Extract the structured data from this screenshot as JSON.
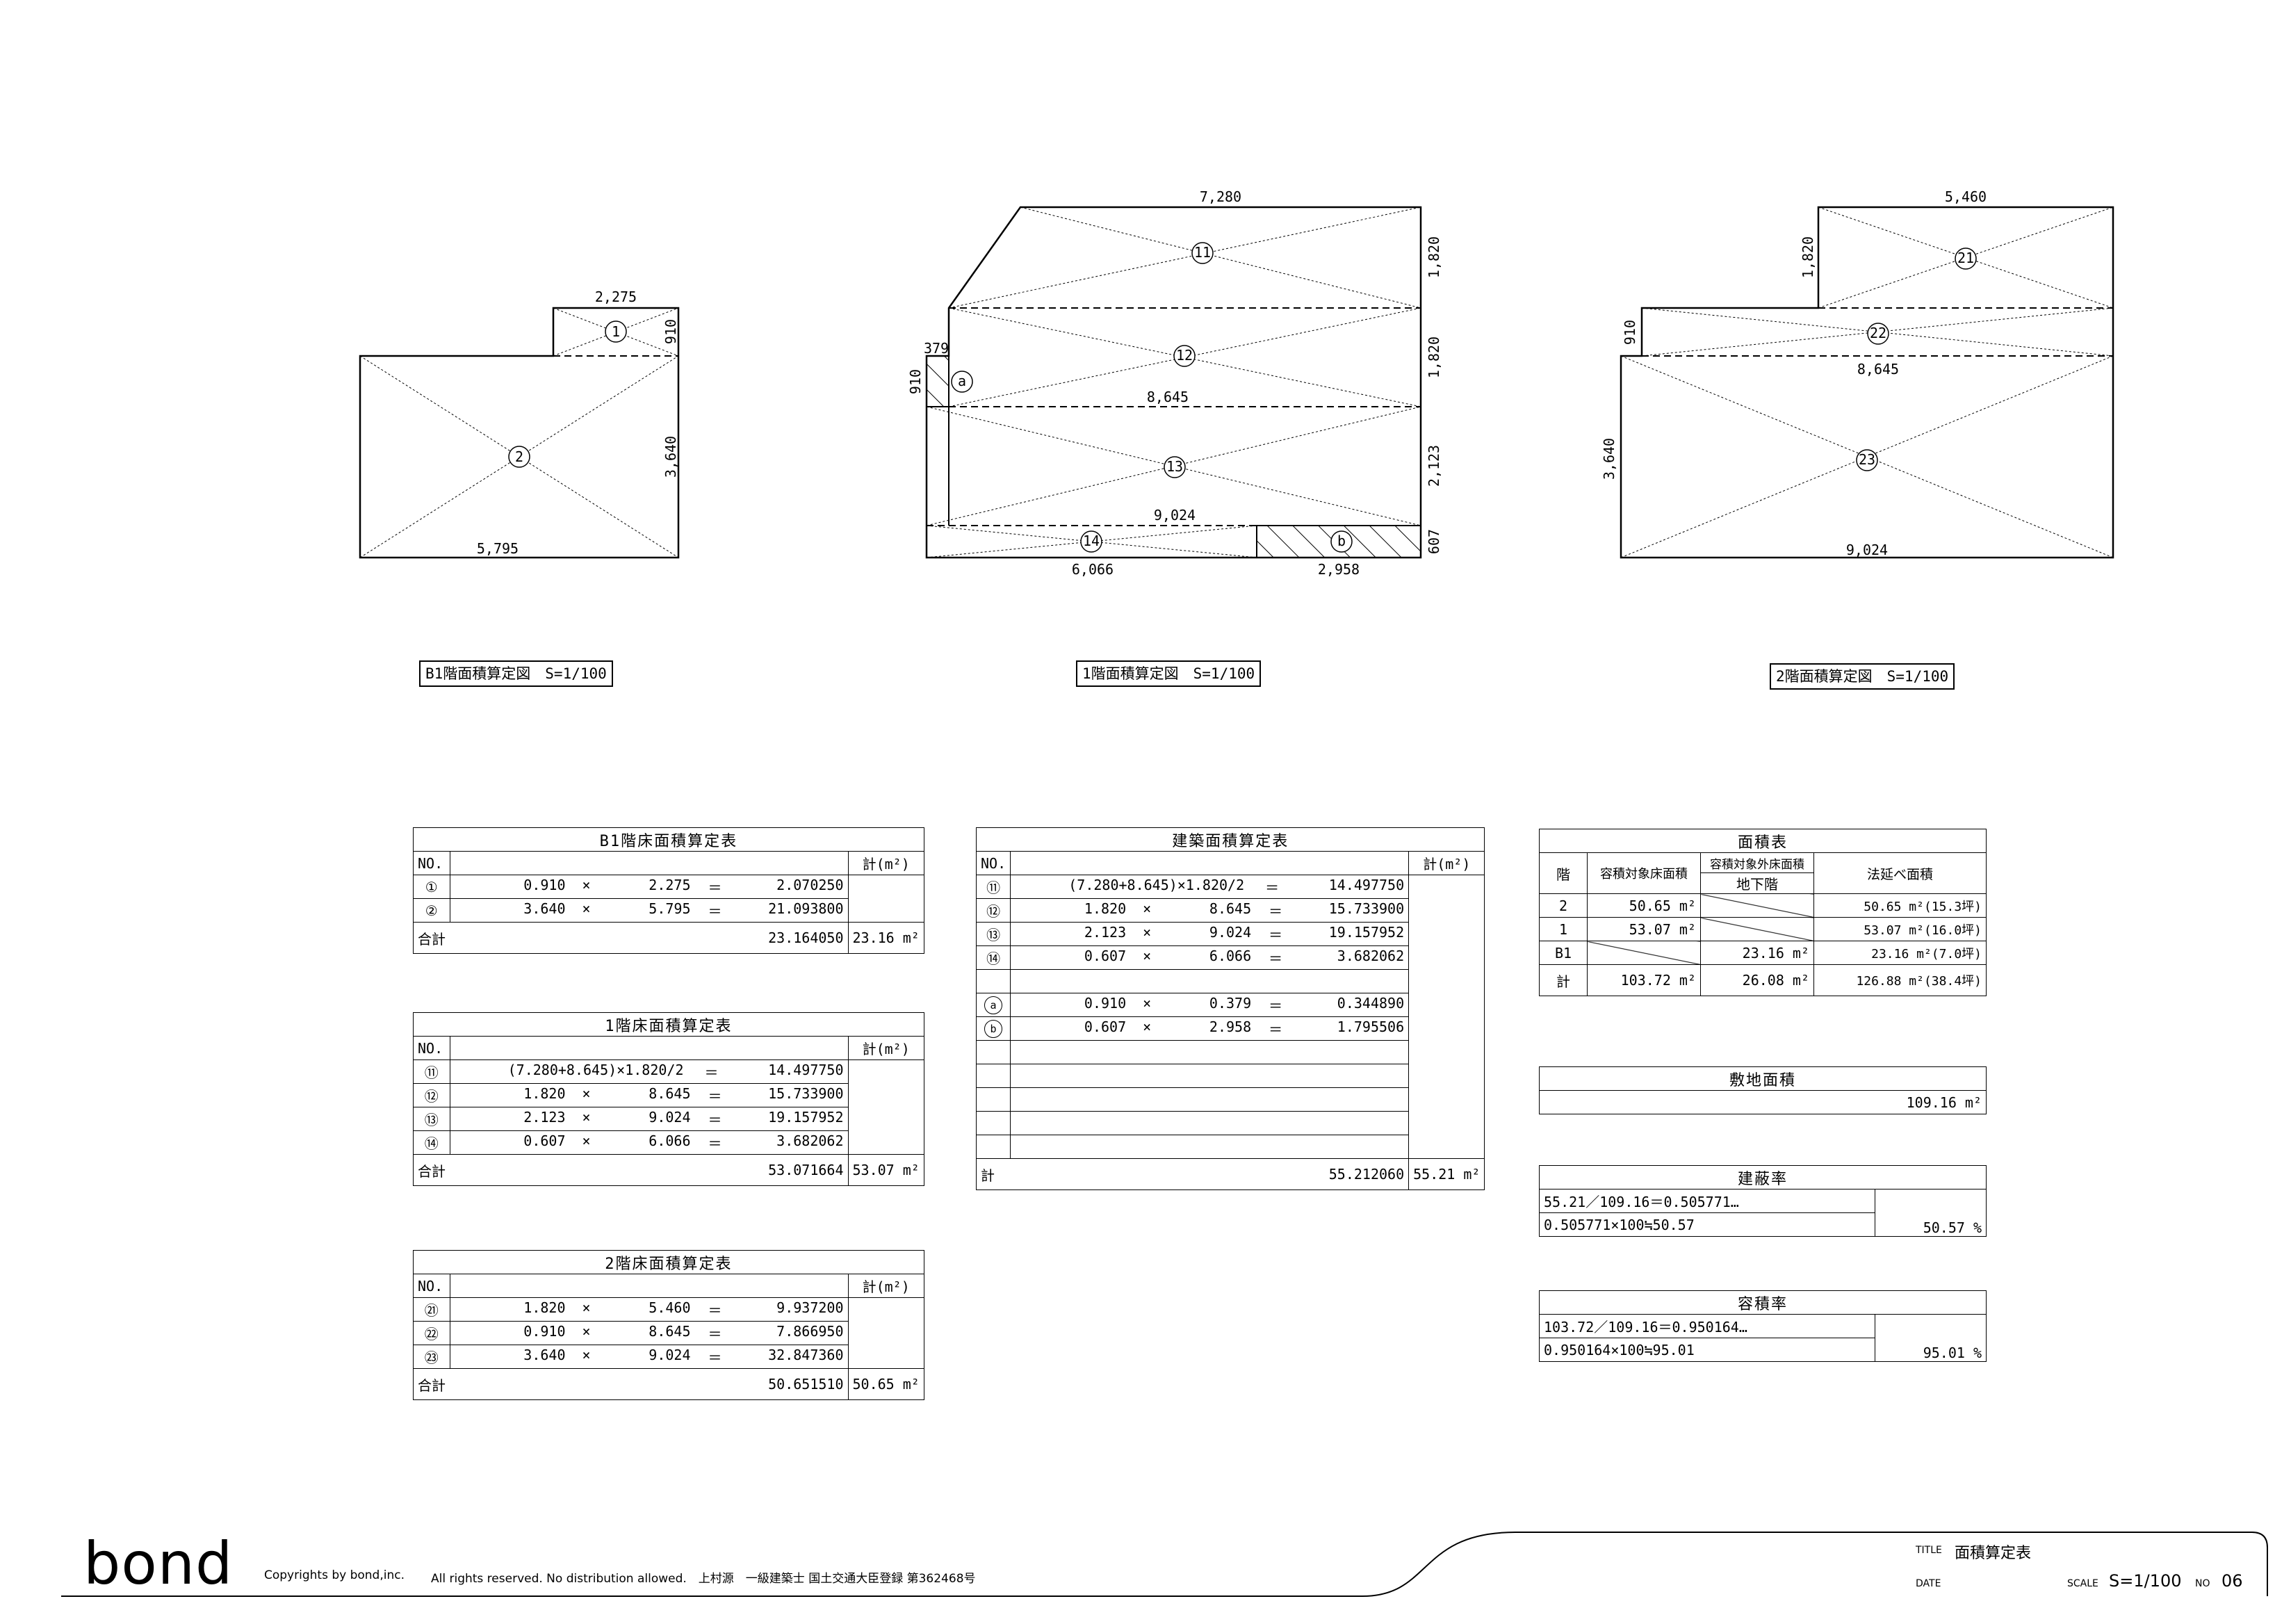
{
  "plans": {
    "b1": {
      "label": "B1階面積算定図　S=1/100",
      "dims": {
        "top": "2,275",
        "right_small": "910",
        "right": "3,640",
        "bottom": "5,795"
      },
      "areas": [
        "1",
        "2"
      ]
    },
    "f1": {
      "label": "1階面積算定図　S=1/100",
      "dims": {
        "top": "7,280",
        "r1": "1,820",
        "r2": "1,820",
        "r3": "2,123",
        "r4": "607",
        "mid1": "8,645",
        "mid2": "9,024",
        "bot1": "6,066",
        "bot2": "2,958",
        "left_w": "379",
        "left_h": "910"
      },
      "areas": [
        "11",
        "12",
        "13",
        "14"
      ],
      "subs": [
        "a",
        "b"
      ]
    },
    "f2": {
      "label": "2階面積算定図　S=1/100",
      "dims": {
        "top": "5,460",
        "left_top": "1,820",
        "left_mid": "910",
        "left": "3,640",
        "mid": "8,645",
        "bottom": "9,024"
      },
      "areas": [
        "21",
        "22",
        "23"
      ]
    }
  },
  "tables": {
    "b1": {
      "title": "B1階床面積算定表",
      "col_no": "NO.",
      "col_sum": "計(m²)",
      "rows": [
        {
          "no": "①",
          "a": "0.910",
          "op": "×",
          "b": "2.275",
          "eq": "＝",
          "v": "2.070250"
        },
        {
          "no": "②",
          "a": "3.640",
          "op": "×",
          "b": "5.795",
          "eq": "＝",
          "v": "21.093800"
        }
      ],
      "total_label": "合計",
      "total": "23.164050",
      "total_m2": "23.16 m²"
    },
    "f1": {
      "title": "1階床面積算定表",
      "col_no": "NO.",
      "col_sum": "計(m²)",
      "rows": [
        {
          "no": "⑪",
          "a": "(7.280+8.645)×1.820/2",
          "op": "",
          "b": "",
          "eq": "＝",
          "v": "14.497750"
        },
        {
          "no": "⑫",
          "a": "1.820",
          "op": "×",
          "b": "8.645",
          "eq": "＝",
          "v": "15.733900"
        },
        {
          "no": "⑬",
          "a": "2.123",
          "op": "×",
          "b": "9.024",
          "eq": "＝",
          "v": "19.157952"
        },
        {
          "no": "⑭",
          "a": "0.607",
          "op": "×",
          "b": "6.066",
          "eq": "＝",
          "v": "3.682062"
        }
      ],
      "total_label": "合計",
      "total": "53.071664",
      "total_m2": "53.07 m²"
    },
    "f2": {
      "title": "2階床面積算定表",
      "col_no": "NO.",
      "col_sum": "計(m²)",
      "rows": [
        {
          "no": "㉑",
          "a": "1.820",
          "op": "×",
          "b": "5.460",
          "eq": "＝",
          "v": "9.937200"
        },
        {
          "no": "㉒",
          "a": "0.910",
          "op": "×",
          "b": "8.645",
          "eq": "＝",
          "v": "7.866950"
        },
        {
          "no": "㉓",
          "a": "3.640",
          "op": "×",
          "b": "9.024",
          "eq": "＝",
          "v": "32.847360"
        }
      ],
      "total_label": "合計",
      "total": "50.651510",
      "total_m2": "50.65 m²"
    },
    "bld": {
      "title": "建築面積算定表",
      "col_no": "NO.",
      "col_sum": "計(m²)",
      "rows": [
        {
          "no": "⑪",
          "a": "(7.280+8.645)×1.820/2",
          "op": "",
          "b": "",
          "eq": "＝",
          "v": "14.497750"
        },
        {
          "no": "⑫",
          "a": "1.820",
          "op": "×",
          "b": "8.645",
          "eq": "＝",
          "v": "15.733900"
        },
        {
          "no": "⑬",
          "a": "2.123",
          "op": "×",
          "b": "9.024",
          "eq": "＝",
          "v": "19.157952"
        },
        {
          "no": "⑭",
          "a": "0.607",
          "op": "×",
          "b": "6.066",
          "eq": "＝",
          "v": "3.682062"
        },
        {
          "no": "",
          "a": "",
          "op": "",
          "b": "",
          "eq": "",
          "v": ""
        },
        {
          "no": "a",
          "a": "0.910",
          "op": "×",
          "b": "0.379",
          "eq": "＝",
          "v": "0.344890"
        },
        {
          "no": "b",
          "a": "0.607",
          "op": "×",
          "b": "2.958",
          "eq": "＝",
          "v": "1.795506"
        }
      ],
      "total_label": "計",
      "total": "55.212060",
      "total_m2": "55.21 m²"
    },
    "area": {
      "title": "面積表",
      "h_floor": "階",
      "h_target": "容積対象床面積",
      "h_excl": "容積対象外床面積",
      "h_excl_sub": "地下階",
      "h_total": "法延べ面積",
      "rows": [
        {
          "floor": "2",
          "target": "50.65 m²",
          "excl": "",
          "total": "50.65 m²(15.3坪)"
        },
        {
          "floor": "1",
          "target": "53.07 m²",
          "excl": "",
          "total": "53.07 m²(16.0坪)"
        },
        {
          "floor": "B1",
          "target": "",
          "excl": "23.16 m²",
          "total": "23.16 m²(7.0坪)"
        },
        {
          "floor": "計",
          "target": "103.72 m²",
          "excl": "26.08 m²",
          "total": "126.88 m²(38.4坪)"
        }
      ]
    },
    "site": {
      "title": "敷地面積",
      "value": "109.16 m²"
    },
    "coverage": {
      "title": "建蔽率",
      "l1": "55.21／109.16＝0.505771…",
      "l2": "0.505771×100≒50.57",
      "value": "50.57 %"
    },
    "far": {
      "title": "容積率",
      "l1": "103.72／109.16＝0.950164…",
      "l2": "0.950164×100≒95.01",
      "value": "95.01 %"
    }
  },
  "footer": {
    "brand": "bond",
    "copyright": "Copyrights by bond,inc.",
    "reserved": "All rights reserved. No distribution allowed.　上村源　一級建築士 国土交通大臣登録 第362468号",
    "title_label": "TITLE",
    "title": "面積算定表",
    "date_label": "DATE",
    "scale_label": "SCALE",
    "scale": "S=1/100",
    "no_label": "NO",
    "no": "06"
  }
}
